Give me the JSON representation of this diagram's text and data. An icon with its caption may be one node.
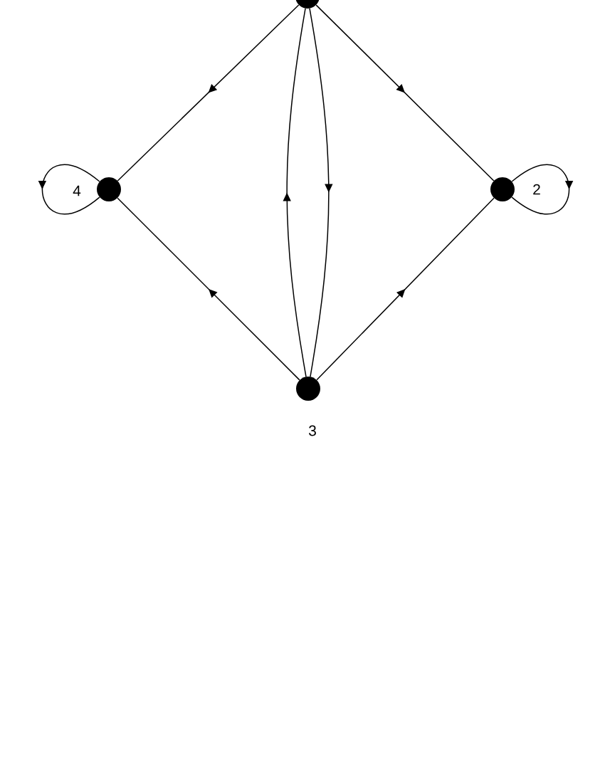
{
  "diagram": {
    "nodes": [
      {
        "text": [],
        "shape": "circle"
      },
      {
        "text": [],
        "shape": "circle",
        "beside": [
          "4"
        ]
      },
      {
        "text": [],
        "shape": "circle",
        "beside": [
          "2"
        ]
      },
      {
        "text": [],
        "shape": "circle",
        "beside": [
          "3"
        ]
      }
    ],
    "edges": [
      {
        "from": 0,
        "to": 1,
        "arrow": "to"
      },
      {
        "from": 0,
        "to": 2,
        "arrow": "to"
      },
      {
        "from": 1,
        "to": 1,
        "arrow": "to"
      },
      {
        "from": 3,
        "to": 0,
        "arrow": "to"
      },
      {
        "from": 0,
        "to": 3,
        "arrow": "to"
      },
      {
        "from": 2,
        "to": 2,
        "arrow": "to"
      },
      {
        "from": 3,
        "to": 1,
        "arrow": "to"
      },
      {
        "from": 3,
        "to": 2,
        "arrow": "to"
      }
    ]
  }
}
